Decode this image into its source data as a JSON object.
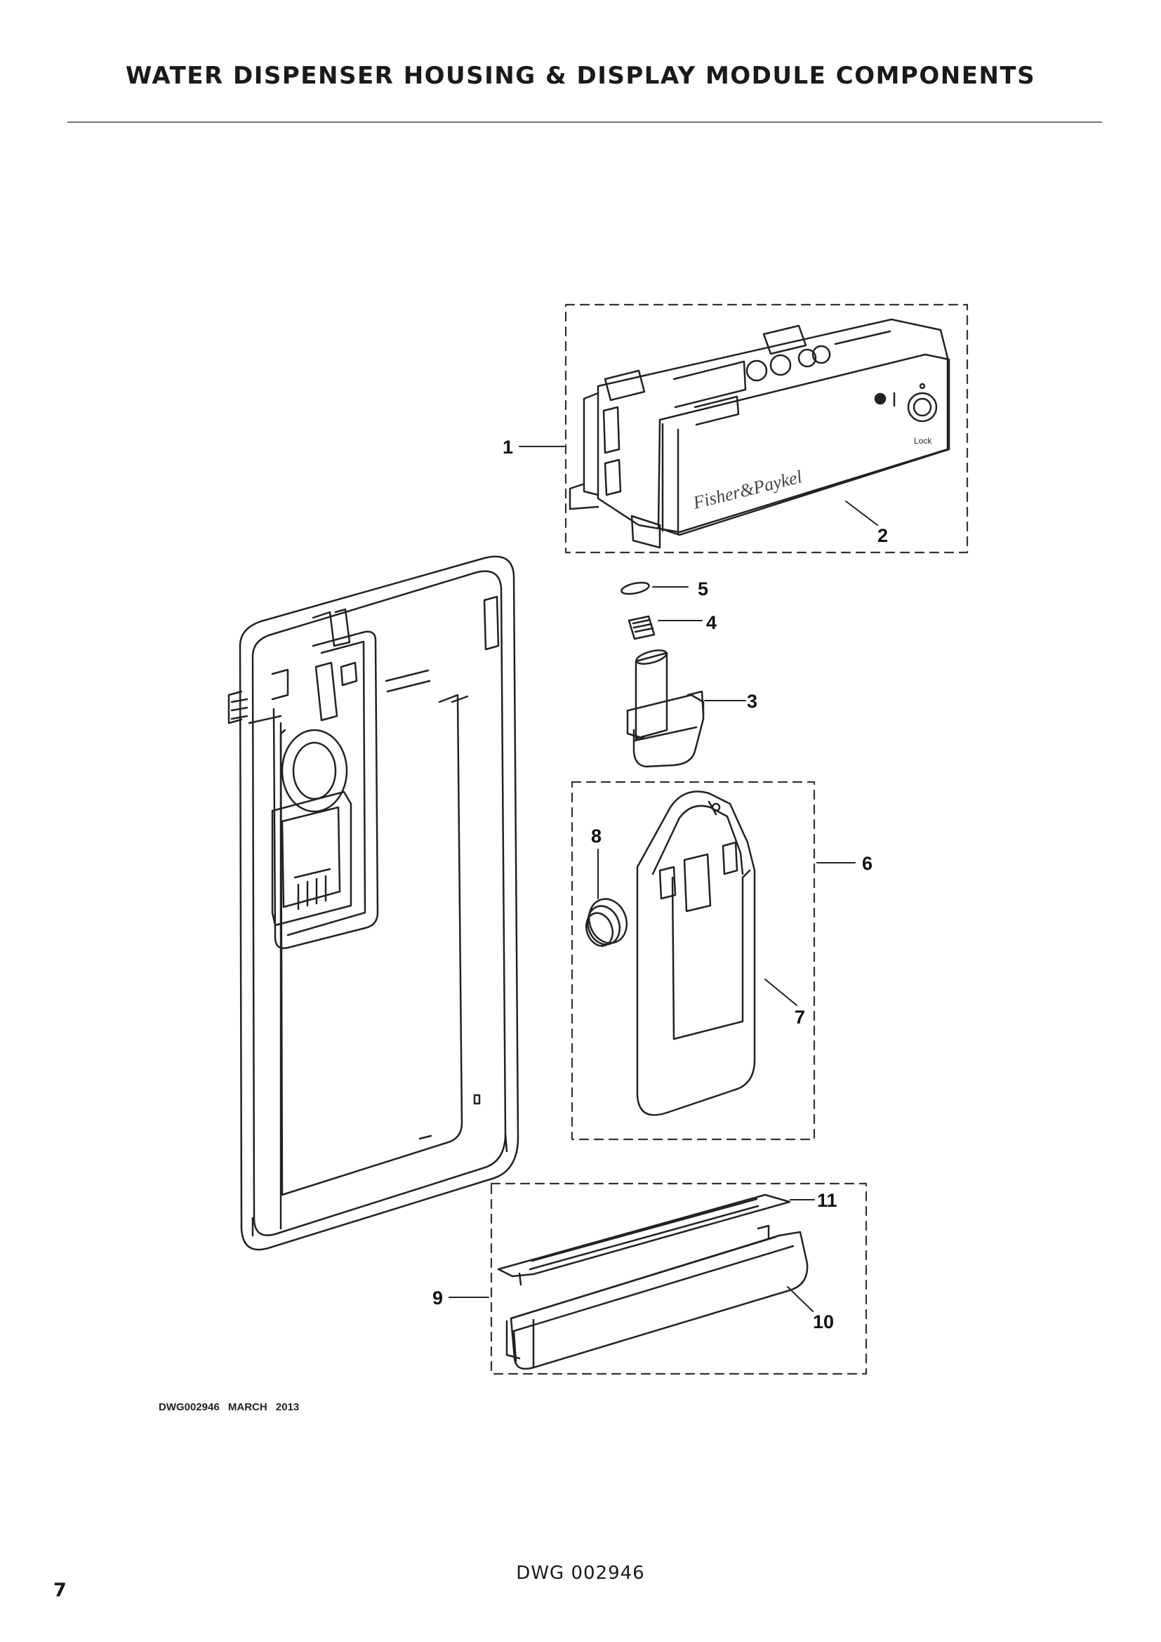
{
  "header": {
    "title": "WATER DISPENSER HOUSING & DISPLAY MODULE COMPONENTS"
  },
  "diagram": {
    "brand_text": "Fisher&Paykel",
    "lock_text": "Lock",
    "callouts": [
      "1",
      "2",
      "3",
      "4",
      "5",
      "6",
      "7",
      "8",
      "9",
      "10",
      "11"
    ]
  },
  "footer": {
    "drawing_note": "DWG002946 MARCH 2013",
    "document_number": "DWG 002946",
    "page_number": "7"
  }
}
